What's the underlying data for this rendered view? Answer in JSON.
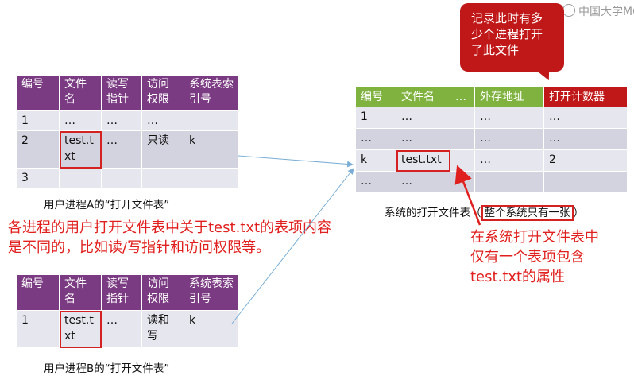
{
  "process_a_table": {
    "headers": [
      "编号",
      "文件名",
      "读写指针",
      "访问权限",
      "系统表索引号"
    ],
    "rows": [
      [
        "1",
        "…",
        "…",
        "…",
        ""
      ],
      [
        "2",
        "test.txt",
        "…",
        "只读",
        "k"
      ],
      [
        "3",
        "",
        "",
        "",
        ""
      ]
    ],
    "caption": "用户进程A的“打开文件表”"
  },
  "process_b_table": {
    "headers": [
      "编号",
      "文件名",
      "读写指针",
      "访问权限",
      "系统表索引号"
    ],
    "rows": [
      [
        "1",
        "test.txt",
        "…",
        "读和写",
        "k"
      ]
    ],
    "caption": "用户进程B的“打开文件表”"
  },
  "system_table": {
    "headers": [
      "编号",
      "文件名",
      "…",
      "外存地址",
      "打开计数器"
    ],
    "rows": [
      [
        "1",
        "…",
        "",
        "…",
        "…"
      ],
      [
        "…",
        "…",
        "",
        "…",
        "…"
      ],
      [
        "k",
        "test.txt",
        "",
        "…",
        "2"
      ],
      [
        "…",
        "…",
        "",
        "",
        ""
      ]
    ],
    "caption_prefix": "系统的打开文件表（",
    "caption_highlight": "整个系统只有一张",
    "caption_suffix": "）"
  },
  "callout": {
    "line1": "记录此时有多",
    "line2": "少个进程打开",
    "line3": "了此文件"
  },
  "note_left": {
    "line1": "各进程的用户打开文件表中关于test.txt的表项内容",
    "line2": "是不同的，比如读/写指针和访问权限等。"
  },
  "note_right": {
    "line1": "在系统打开文件表中",
    "line2": "仅有一个表项包含",
    "line3": "test.txt的属性"
  },
  "watermark": "中国大学MOOC",
  "colors": {
    "purple_header": "#7b3b82",
    "green_header": "#7fb23f",
    "accent_red": "#d42222",
    "blue_arrow": "#7aaed6"
  }
}
